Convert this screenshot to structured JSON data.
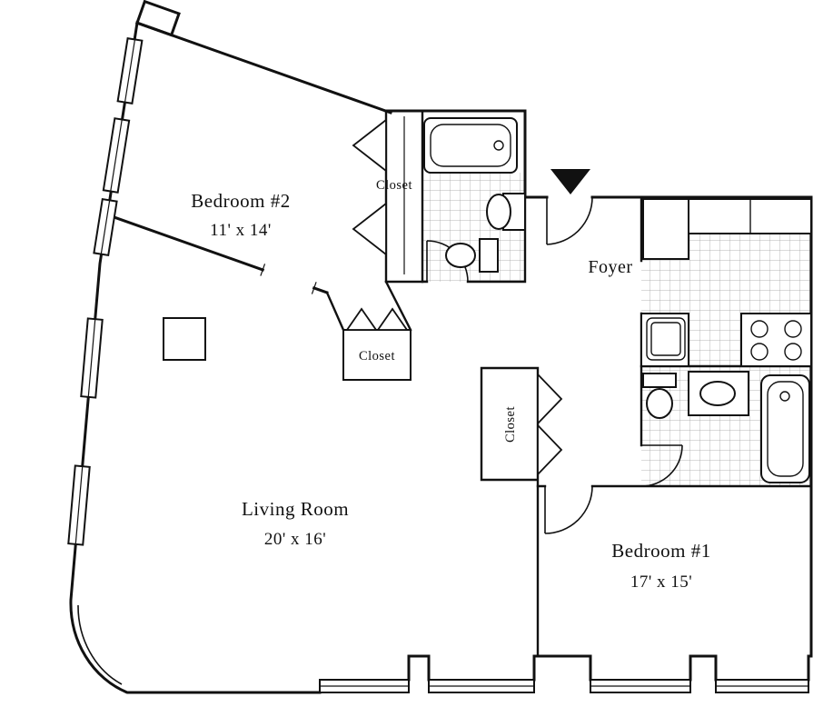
{
  "floorplan": {
    "background": "#ffffff",
    "wall_color": "#111111",
    "tile_color": "#9b9b9b",
    "entry_arrow_color": "#111111",
    "labels": {
      "bedroom2_name": "Bedroom #2",
      "bedroom2_dims": "11' x 14'",
      "living_name": "Living Room",
      "living_dims": "20' x 16'",
      "bedroom1_name": "Bedroom #1",
      "bedroom1_dims": "17' x 15'",
      "foyer": "Foyer",
      "closet_wardrobe": "Closet",
      "closet_bedroom2": "Closet",
      "closet_hall": "Closet"
    }
  }
}
